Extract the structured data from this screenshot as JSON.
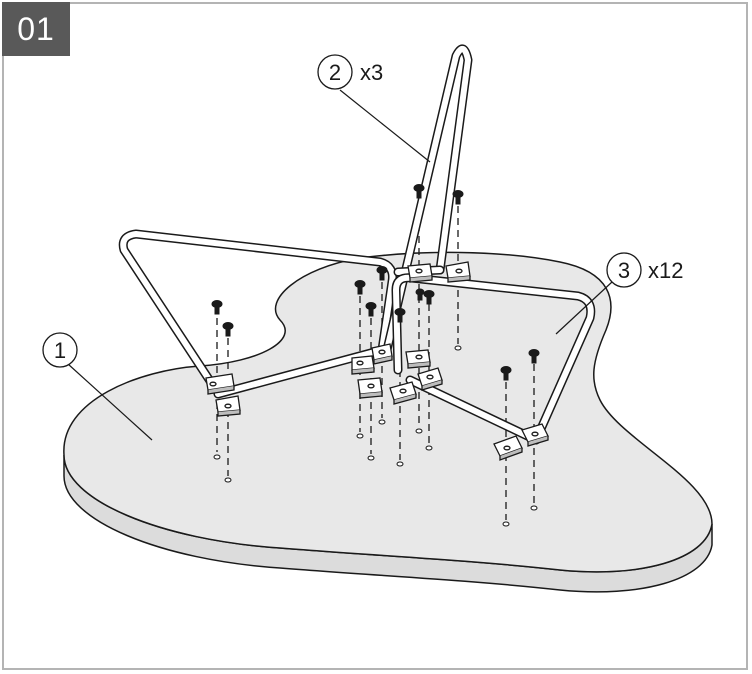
{
  "step": {
    "number": "01"
  },
  "callouts": [
    {
      "id": "1",
      "label": "1",
      "qty": ""
    },
    {
      "id": "2",
      "label": "2",
      "qty": "x3"
    },
    {
      "id": "3",
      "label": "3",
      "qty": "x12"
    }
  ],
  "parts": {
    "tabletop": {
      "part_no": "1",
      "icon": "tabletop-icon"
    },
    "hairpin_leg": {
      "part_no": "2",
      "quantity": 3,
      "icon": "hairpin-leg-icon"
    },
    "screw": {
      "part_no": "3",
      "quantity": 12,
      "icon": "screw-icon"
    }
  },
  "colors": {
    "badge": "#595959",
    "frame": "#b4b4b4",
    "line": "#1a1a1a",
    "top_fill": "#e6e6e6",
    "metal": "#ffffff"
  }
}
